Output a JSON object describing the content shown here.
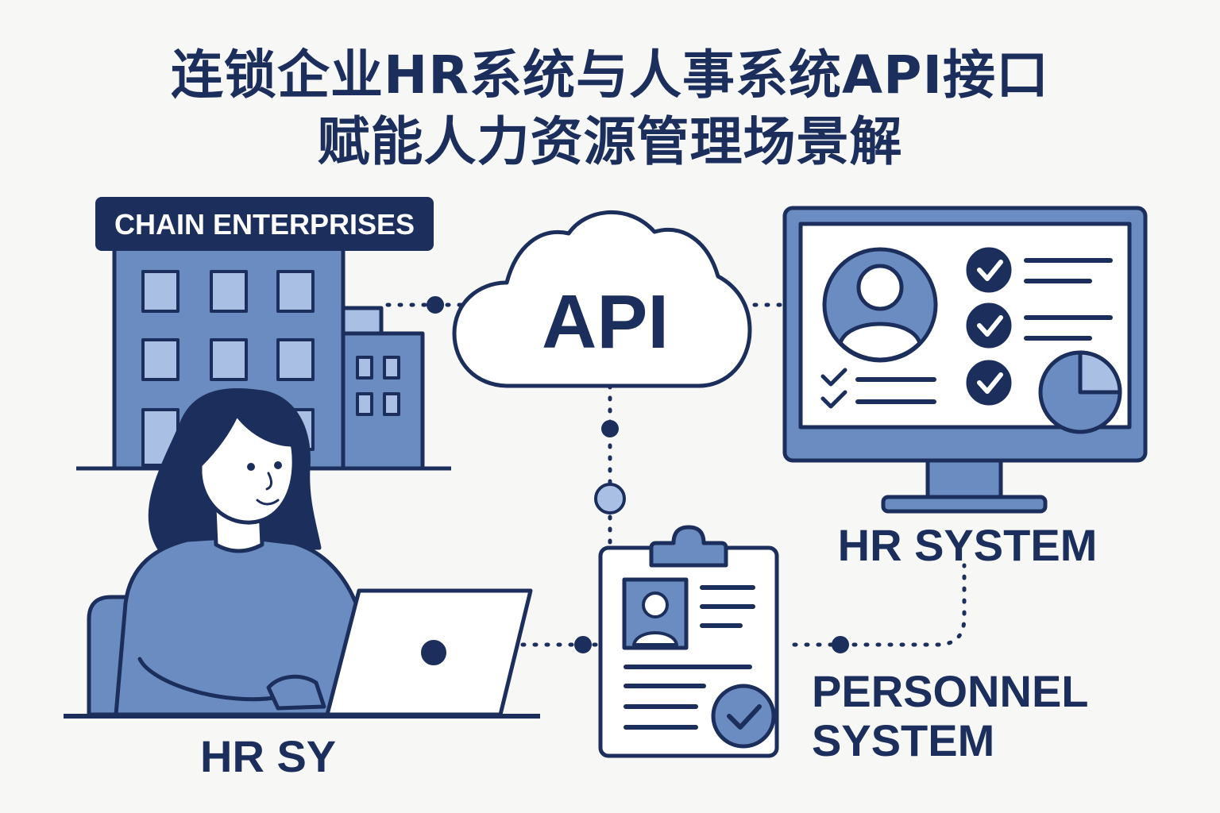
{
  "title": {
    "line1": "连锁企业HR系统与人事系统API接口",
    "line2": "赋能人力资源管理场景解"
  },
  "labels": {
    "chain_enterprises": "CHAIN ENTERPRISES",
    "api": "API",
    "hr_system": "HR SYSTEM",
    "personnel_line1": "PERSONNEL",
    "personnel_line2": "SYSTEM",
    "hr_sy": "HR SY"
  },
  "colors": {
    "navy": "#1c2f5c",
    "mid_blue": "#6b8cc1",
    "light_blue": "#a9bfe4",
    "background": "#f7f7f6"
  },
  "icons": [
    "building-icon",
    "cloud-icon",
    "monitor-icon",
    "user-avatar-icon",
    "checkmark-icon",
    "pie-chart-icon",
    "clipboard-icon",
    "laptop-icon",
    "person-icon"
  ]
}
